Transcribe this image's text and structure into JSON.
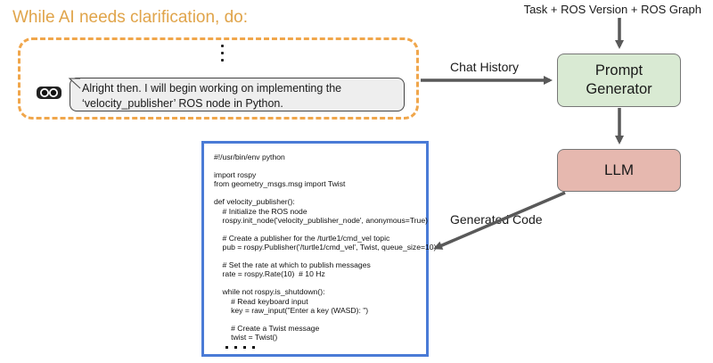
{
  "heading": "While AI needs clarification, do:",
  "top_input": "Task + ROS Version + ROS Graph",
  "chat": {
    "message_line1": "Alright then. I will begin working on implementing the",
    "message_line2": "‘velocity_publisher’ ROS node in Python."
  },
  "nodes": {
    "prompt_generator_line1": "Prompt",
    "prompt_generator_line2": "Generator",
    "llm": "LLM"
  },
  "edges": {
    "chat_history": "Chat History",
    "generated_code": "Generated Code"
  },
  "code": "#!/usr/bin/env python\n\nimport rospy\nfrom geometry_msgs.msg import Twist\n\ndef velocity_publisher():\n    # Initialize the ROS node\n    rospy.init_node('velocity_publisher_node', anonymous=True)\n\n    # Create a publisher for the /turtle1/cmd_vel topic\n    pub = rospy.Publisher('/turtle1/cmd_vel', Twist, queue_size=10)\n\n    # Set the rate at which to publish messages\n    rate = rospy.Rate(10)  # 10 Hz\n\n    while not rospy.is_shutdown():\n        # Read keyboard input\n        key = raw_input(\"Enter a key (WASD): \")\n\n        # Create a Twist message\n        twist = Twist()",
  "colors": {
    "heading": "#e0a44a",
    "dashed_frame": "#f0a64b",
    "prompt_generator_fill": "#d9ead3",
    "llm_fill": "#e6b8af",
    "code_border": "#4a7bd6",
    "arrow": "#595959"
  }
}
